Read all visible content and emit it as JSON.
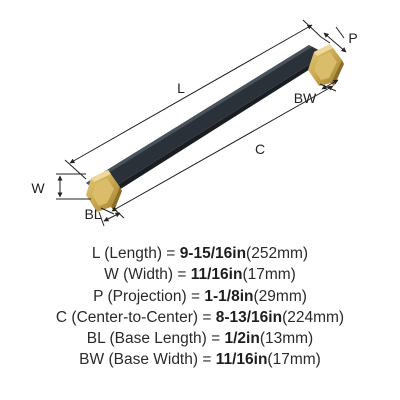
{
  "diagram": {
    "label_L": "L",
    "label_P": "P",
    "label_BW": "BW",
    "label_C": "C",
    "label_W": "W",
    "label_BL": "BL"
  },
  "specs": [
    {
      "name": "L (Length) =",
      "value": "9-15/16in",
      "metric": "(252mm)"
    },
    {
      "name": "W (Width) =",
      "value": "11/16in",
      "metric": "(17mm)"
    },
    {
      "name": "P (Projection) =",
      "value": "1-1/8in",
      "metric": "(29mm)"
    },
    {
      "name": "C (Center-to-Center) =",
      "value": "8-13/16in",
      "metric": "(224mm)"
    },
    {
      "name": "BL (Base Length) =",
      "value": "1/2in",
      "metric": "(13mm)"
    },
    {
      "name": "BW (Base Width) =",
      "value": "11/16in",
      "metric": "(17mm)"
    }
  ],
  "colors": {
    "bar": "#2b3138",
    "brass": "#c9a84f",
    "dimension_line": "#222222"
  }
}
